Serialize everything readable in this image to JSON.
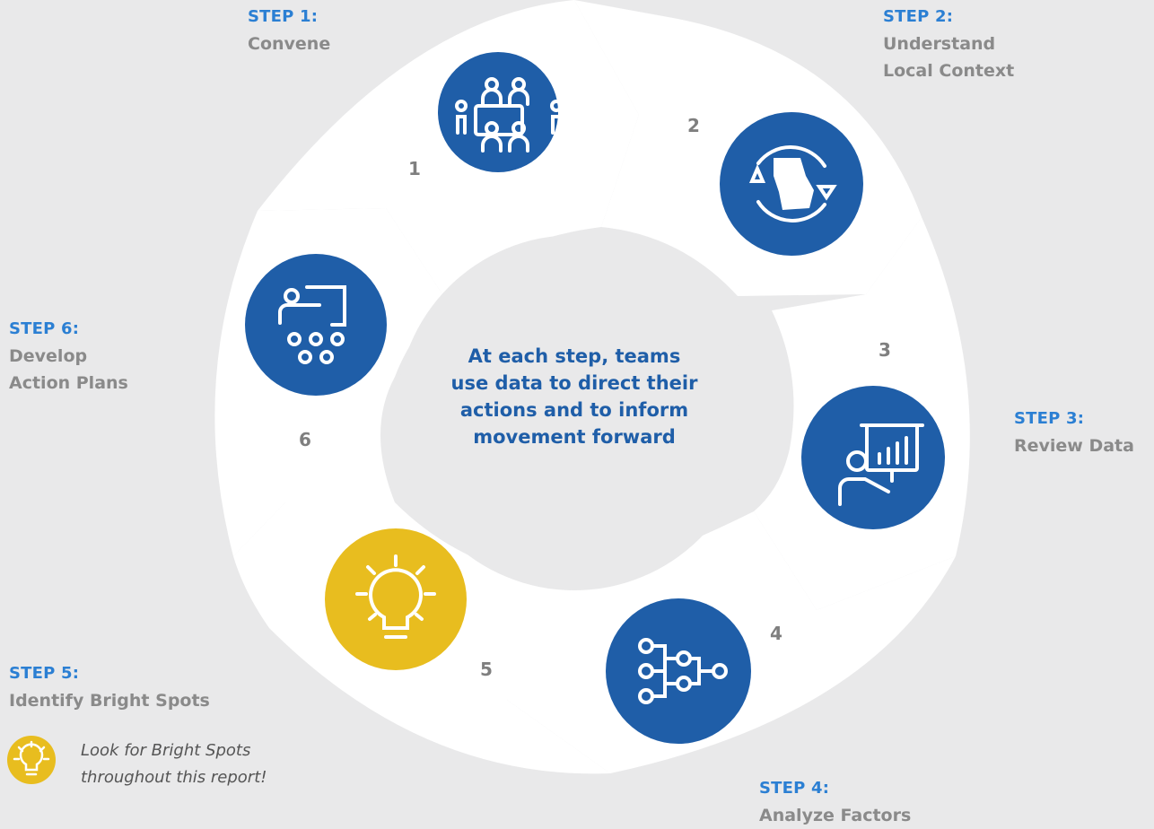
{
  "center_message": [
    "At each step, teams",
    "use data to direct their",
    "actions and to inform",
    "movement forward"
  ],
  "steps": [
    {
      "num": "1",
      "key": "STEP 1:",
      "title": [
        "Convene"
      ],
      "icon": "meeting-table-icon"
    },
    {
      "num": "2",
      "key": "STEP 2:",
      "title": [
        "Understand",
        "Local Context"
      ],
      "icon": "georgia-map-cycle-icon"
    },
    {
      "num": "3",
      "key": "STEP 3:",
      "title": [
        "Review Data"
      ],
      "icon": "presenter-chart-icon"
    },
    {
      "num": "4",
      "key": "STEP 4:",
      "title": [
        "Analyze Factors"
      ],
      "icon": "flow-tree-icon"
    },
    {
      "num": "5",
      "key": "STEP 5:",
      "title": [
        "Identify Bright Spots"
      ],
      "icon": "lightbulb-icon"
    },
    {
      "num": "6",
      "key": "STEP 6:",
      "title": [
        "Develop",
        "Action Plans"
      ],
      "icon": "teacher-class-icon"
    }
  ],
  "note": [
    "Look for Bright Spots",
    "throughout this report!"
  ],
  "colors": {
    "blue": "#1f5ea8",
    "yellow": "#e8bd1f",
    "key": "#2b7fd3",
    "label": "#8a8a8a",
    "ring": "#ffffff",
    "bg": "#e9e9ea"
  }
}
